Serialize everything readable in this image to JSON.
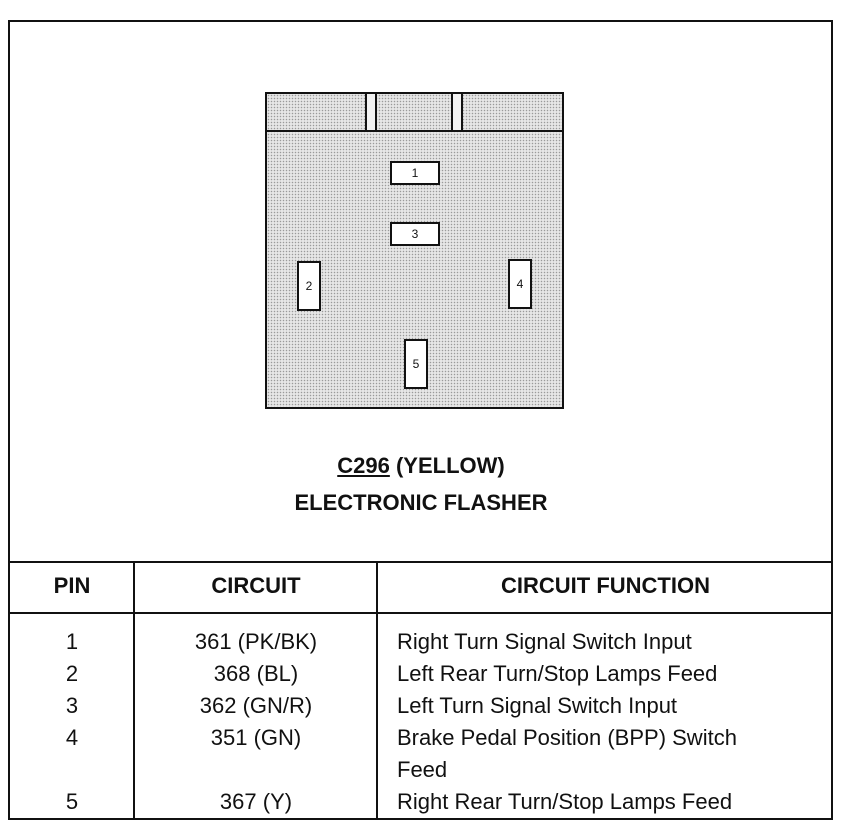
{
  "connector": {
    "code": "C296",
    "color_label": "(YELLOW)",
    "description": "ELECTRONIC FLASHER",
    "pin_labels": [
      "1",
      "2",
      "3",
      "4",
      "5"
    ]
  },
  "table": {
    "headers": [
      "PIN",
      "CIRCUIT",
      "CIRCUIT FUNCTION"
    ],
    "rows": [
      {
        "pin": "1",
        "circuit": "361 (PK/BK)",
        "function": "Right Turn Signal Switch Input"
      },
      {
        "pin": "2",
        "circuit": "368 (BL)",
        "function": "Left Rear Turn/Stop Lamps Feed"
      },
      {
        "pin": "3",
        "circuit": "362 (GN/R)",
        "function": "Left Turn Signal Switch Input"
      },
      {
        "pin": "4",
        "circuit": "351 (GN)",
        "function": "Brake Pedal Position (BPP) Switch",
        "function_cont": "Feed"
      },
      {
        "pin": "5",
        "circuit": "367 (Y)",
        "function": "Right Rear Turn/Stop Lamps Feed"
      }
    ]
  }
}
